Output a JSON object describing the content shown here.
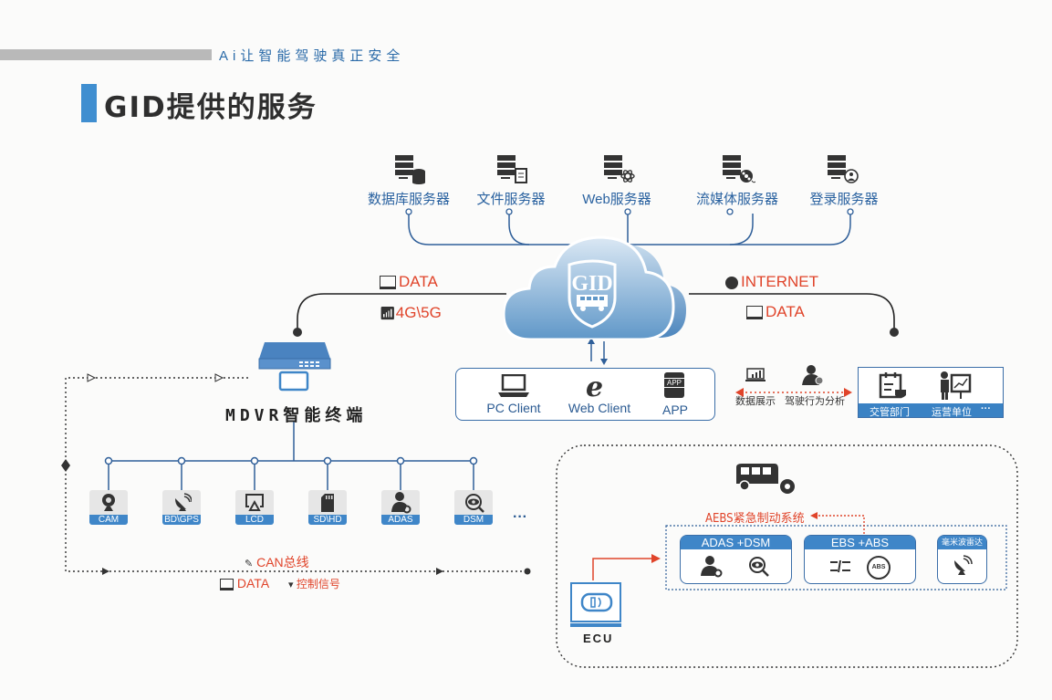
{
  "header": {
    "slogan": "Ai让智能驾驶真正安全",
    "title": "GID提供的服务"
  },
  "servers": [
    {
      "label": "数据库服务器",
      "icon": "database-server-icon"
    },
    {
      "label": "文件服务器",
      "icon": "file-server-icon"
    },
    {
      "label": "Web服务器",
      "icon": "web-server-icon"
    },
    {
      "label": "流媒体服务器",
      "icon": "media-server-icon"
    },
    {
      "label": "登录服务器",
      "icon": "login-server-icon"
    }
  ],
  "cloud": {
    "logo_text": "GID"
  },
  "links": {
    "left_data": "DATA",
    "left_network": "4G\\5G",
    "right_internet": "INTERNET",
    "right_data": "DATA"
  },
  "clients": [
    {
      "label": "PC Client",
      "icon": "laptop-icon"
    },
    {
      "label": "Web Client",
      "icon": "ie-browser-icon"
    },
    {
      "label": "APP",
      "icon": "app-phone-icon",
      "badge": "APP"
    }
  ],
  "analysis": {
    "data_display": "数据展示",
    "behavior": "驾驶行为分析"
  },
  "org": {
    "items": [
      "交管部门",
      "运营单位"
    ],
    "more": "···"
  },
  "mdvr": {
    "label": "MDVR智能终端"
  },
  "devices": [
    {
      "label": "CAM",
      "icon": "webcam-icon"
    },
    {
      "label": "BD\\GPS",
      "icon": "satellite-dish-icon"
    },
    {
      "label": "LCD",
      "icon": "screen-cast-icon"
    },
    {
      "label": "SD\\HD",
      "icon": "sd-card-icon"
    },
    {
      "label": "ADAS",
      "icon": "driver-gear-icon"
    },
    {
      "label": "DSM",
      "icon": "eye-search-icon"
    }
  ],
  "devices_more": "···",
  "bus": {
    "can": "CAN总线",
    "data": "DATA",
    "control": "控制信号"
  },
  "vehicle": {
    "aebs": "AEBS紧急制动系统",
    "systems": [
      {
        "label": "ADAS +DSM"
      },
      {
        "label": "EBS +ABS",
        "abs_badge": "ABS"
      },
      {
        "label": "毫米波雷达"
      }
    ],
    "ecu": "ECU"
  },
  "colors": {
    "accent_blue": "#3f86c8",
    "line_blue": "#2f5f99",
    "highlight_red": "#e0442a"
  }
}
